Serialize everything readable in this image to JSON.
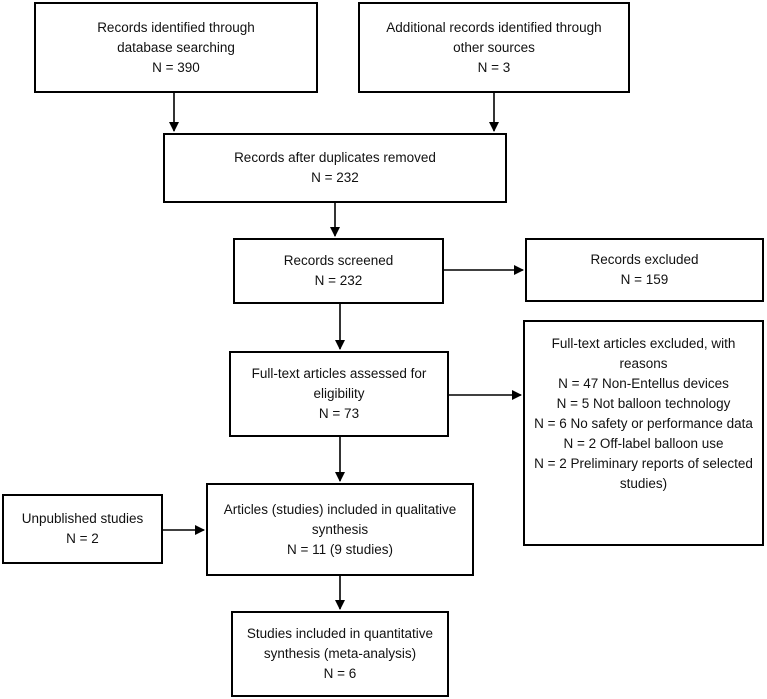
{
  "boxes": {
    "db_search": [
      "Records identified through",
      "database searching",
      "N = 390"
    ],
    "other_sources": [
      "Additional records identified through",
      "other sources",
      "N = 3"
    ],
    "duplicates_removed": [
      "Records after duplicates removed",
      "N = 232"
    ],
    "screened": [
      "Records screened",
      "N = 232"
    ],
    "excluded": [
      "Records excluded",
      "N = 159"
    ],
    "fulltext_assessed": [
      "Full-text articles assessed for",
      "eligibility",
      "N = 73"
    ],
    "fulltext_excluded": [
      "Full-text articles excluded, with",
      "reasons",
      "N = 47 Non-Entellus devices",
      "N = 5 Not balloon technology",
      "N = 6 No safety or performance data",
      "N = 2 Off-label balloon use",
      "N = 2 Preliminary reports of selected",
      "studies)"
    ],
    "unpublished": [
      "Unpublished studies",
      "N = 2"
    ],
    "qualitative": [
      "Articles (studies) included in qualitative",
      "synthesis",
      "N = 11 (9 studies)"
    ],
    "quantitative": [
      "Studies included in quantitative",
      "synthesis (meta-analysis)",
      "N = 6"
    ]
  }
}
